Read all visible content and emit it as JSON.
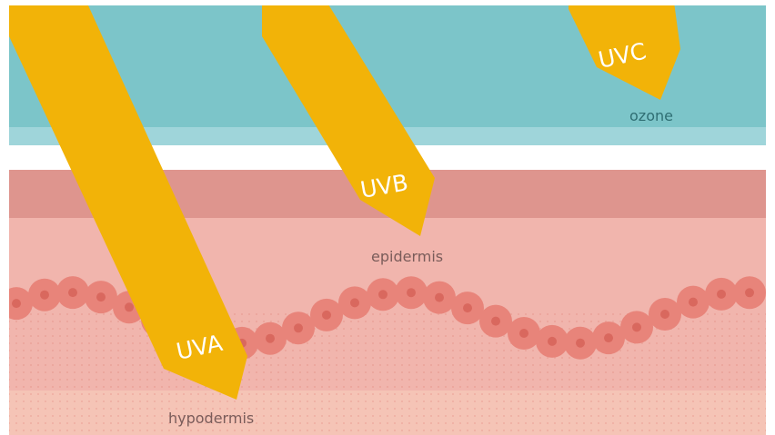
{
  "diagram": {
    "rays": [
      {
        "id": "uva",
        "label": "UVA"
      },
      {
        "id": "uvb",
        "label": "UVB"
      },
      {
        "id": "uvc",
        "label": "UVC"
      }
    ],
    "layers": {
      "ozone": "ozone",
      "epidermis": "epidermis",
      "hypodermis": "hypodermis"
    },
    "colors": {
      "sky": "#7cc5c9",
      "sky_band": "#9fd5da",
      "gap": "#ffffff",
      "epidermis_top": "#de958e",
      "dermis": "#f1b5ad",
      "dot_pattern": "#ea9f96",
      "hypodermis": "#f5c4b6",
      "cell_outer": "#e8847a",
      "cell_inner": "#d9685e",
      "ray": "#f2b308",
      "ray_text": "#ffffff",
      "label_text": "#7a5c5a",
      "ozone_text": "#2f6e73"
    }
  }
}
